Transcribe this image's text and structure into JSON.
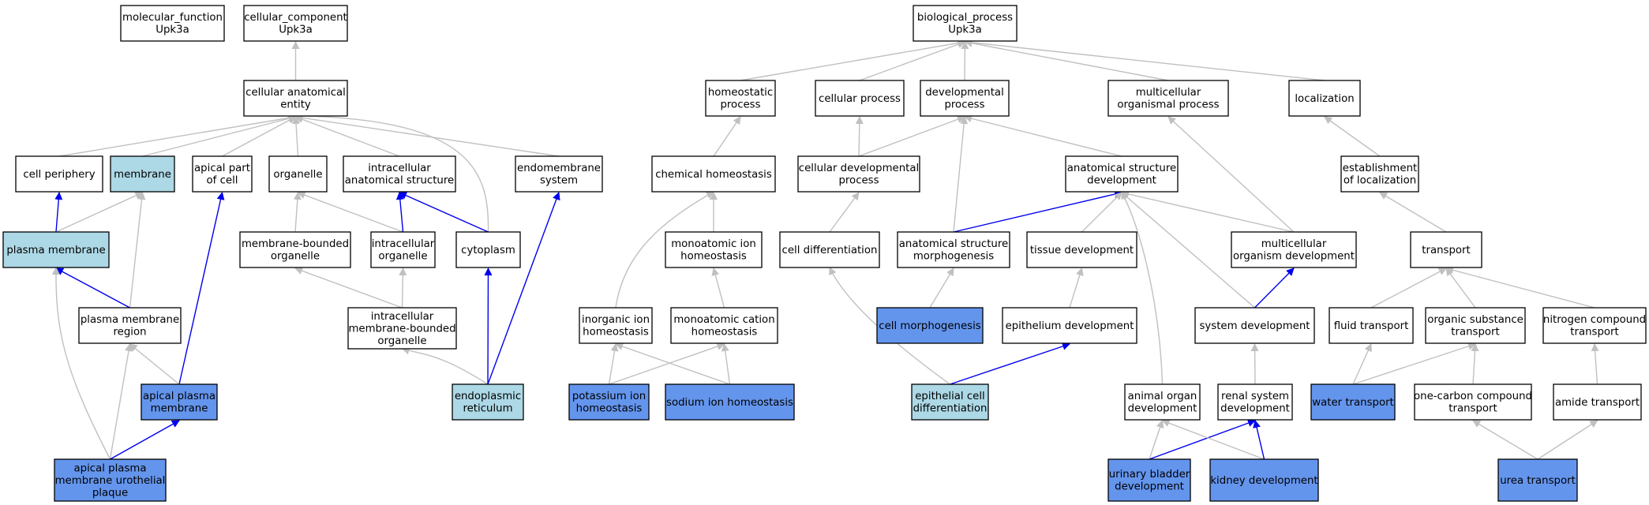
{
  "colors": {
    "plain": "#ffffff",
    "light": "#add8e6",
    "strong": "#6495ed",
    "edge_is_a": "#c0c0c0",
    "edge_part_of": "#0000ee"
  },
  "nodes": [
    {
      "id": "mf",
      "lines": [
        "molecular_function",
        "Upk3a"
      ],
      "fill": "plain"
    },
    {
      "id": "cc",
      "lines": [
        "cellular_component",
        "Upk3a"
      ],
      "fill": "plain"
    },
    {
      "id": "bp",
      "lines": [
        "biological_process",
        "Upk3a"
      ],
      "fill": "plain"
    },
    {
      "id": "cae",
      "lines": [
        "cellular anatomical",
        "entity"
      ],
      "fill": "plain"
    },
    {
      "id": "cper",
      "lines": [
        "cell periphery"
      ],
      "fill": "plain"
    },
    {
      "id": "mem",
      "lines": [
        "membrane"
      ],
      "fill": "light"
    },
    {
      "id": "apc",
      "lines": [
        "apical part",
        "of cell"
      ],
      "fill": "plain"
    },
    {
      "id": "org",
      "lines": [
        "organelle"
      ],
      "fill": "plain"
    },
    {
      "id": "ias",
      "lines": [
        "intracellular",
        "anatomical structure"
      ],
      "fill": "plain"
    },
    {
      "id": "ems",
      "lines": [
        "endomembrane",
        "system"
      ],
      "fill": "plain"
    },
    {
      "id": "pm",
      "lines": [
        "plasma membrane"
      ],
      "fill": "light"
    },
    {
      "id": "mbo",
      "lines": [
        "membrane-bounded",
        "organelle"
      ],
      "fill": "plain"
    },
    {
      "id": "io",
      "lines": [
        "intracellular",
        "organelle"
      ],
      "fill": "plain"
    },
    {
      "id": "cyt",
      "lines": [
        "cytoplasm"
      ],
      "fill": "plain"
    },
    {
      "id": "pmr",
      "lines": [
        "plasma membrane",
        "region"
      ],
      "fill": "plain"
    },
    {
      "id": "imbo",
      "lines": [
        "intracellular",
        "membrane-bounded",
        "organelle"
      ],
      "fill": "plain"
    },
    {
      "id": "apm",
      "lines": [
        "apical plasma",
        "membrane"
      ],
      "fill": "strong"
    },
    {
      "id": "er",
      "lines": [
        "endoplasmic",
        "reticulum"
      ],
      "fill": "light"
    },
    {
      "id": "apmup",
      "lines": [
        "apical plasma",
        "membrane urothelial",
        "plaque"
      ],
      "fill": "strong"
    },
    {
      "id": "hp",
      "lines": [
        "homeostatic",
        "process"
      ],
      "fill": "plain"
    },
    {
      "id": "cp",
      "lines": [
        "cellular process"
      ],
      "fill": "plain"
    },
    {
      "id": "dp",
      "lines": [
        "developmental",
        "process"
      ],
      "fill": "plain"
    },
    {
      "id": "mop",
      "lines": [
        "multicellular",
        "organismal process"
      ],
      "fill": "plain"
    },
    {
      "id": "loc",
      "lines": [
        "localization"
      ],
      "fill": "plain"
    },
    {
      "id": "ch",
      "lines": [
        "chemical homeostasis"
      ],
      "fill": "plain"
    },
    {
      "id": "cdp",
      "lines": [
        "cellular developmental",
        "process"
      ],
      "fill": "plain"
    },
    {
      "id": "asd",
      "lines": [
        "anatomical structure",
        "development"
      ],
      "fill": "plain"
    },
    {
      "id": "eol",
      "lines": [
        "establishment",
        "of localization"
      ],
      "fill": "plain"
    },
    {
      "id": "mih",
      "lines": [
        "monoatomic ion",
        "homeostasis"
      ],
      "fill": "plain"
    },
    {
      "id": "cd",
      "lines": [
        "cell differentiation"
      ],
      "fill": "plain"
    },
    {
      "id": "asm",
      "lines": [
        "anatomical structure",
        "morphogenesis"
      ],
      "fill": "plain"
    },
    {
      "id": "td",
      "lines": [
        "tissue development"
      ],
      "fill": "plain"
    },
    {
      "id": "mod",
      "lines": [
        "multicellular",
        "organism development"
      ],
      "fill": "plain"
    },
    {
      "id": "tr",
      "lines": [
        "transport"
      ],
      "fill": "plain"
    },
    {
      "id": "iih",
      "lines": [
        "inorganic ion",
        "homeostasis"
      ],
      "fill": "plain"
    },
    {
      "id": "mch",
      "lines": [
        "monoatomic cation",
        "homeostasis"
      ],
      "fill": "plain"
    },
    {
      "id": "cm",
      "lines": [
        "cell morphogenesis"
      ],
      "fill": "strong"
    },
    {
      "id": "epd",
      "lines": [
        "epithelium development"
      ],
      "fill": "plain"
    },
    {
      "id": "sd",
      "lines": [
        "system development"
      ],
      "fill": "plain"
    },
    {
      "id": "ft",
      "lines": [
        "fluid transport"
      ],
      "fill": "plain"
    },
    {
      "id": "ost",
      "lines": [
        "organic substance",
        "transport"
      ],
      "fill": "plain"
    },
    {
      "id": "nct",
      "lines": [
        "nitrogen compound",
        "transport"
      ],
      "fill": "plain"
    },
    {
      "id": "pih",
      "lines": [
        "potassium ion",
        "homeostasis"
      ],
      "fill": "strong"
    },
    {
      "id": "sih",
      "lines": [
        "sodium ion homeostasis"
      ],
      "fill": "strong"
    },
    {
      "id": "ecd",
      "lines": [
        "epithelial cell",
        "differentiation"
      ],
      "fill": "light"
    },
    {
      "id": "aod",
      "lines": [
        "animal organ",
        "development"
      ],
      "fill": "plain"
    },
    {
      "id": "rsd",
      "lines": [
        "renal system",
        "development"
      ],
      "fill": "plain"
    },
    {
      "id": "wt",
      "lines": [
        "water transport"
      ],
      "fill": "strong"
    },
    {
      "id": "occt",
      "lines": [
        "one-carbon compound",
        "transport"
      ],
      "fill": "plain"
    },
    {
      "id": "at",
      "lines": [
        "amide transport"
      ],
      "fill": "plain"
    },
    {
      "id": "ubd",
      "lines": [
        "urinary bladder",
        "development"
      ],
      "fill": "strong"
    },
    {
      "id": "kd",
      "lines": [
        "kidney development"
      ],
      "fill": "strong"
    },
    {
      "id": "ut",
      "lines": [
        "urea transport"
      ],
      "fill": "strong"
    }
  ],
  "edges": [
    {
      "from": "cae",
      "to": "cc",
      "type": "is_a"
    },
    {
      "from": "cper",
      "to": "cae",
      "type": "is_a"
    },
    {
      "from": "mem",
      "to": "cae",
      "type": "is_a"
    },
    {
      "from": "apc",
      "to": "cae",
      "type": "is_a"
    },
    {
      "from": "org",
      "to": "cae",
      "type": "is_a"
    },
    {
      "from": "ias",
      "to": "cae",
      "type": "is_a"
    },
    {
      "from": "ems",
      "to": "cae",
      "type": "is_a"
    },
    {
      "from": "cyt",
      "to": "cae",
      "type": "is_a"
    },
    {
      "from": "pm",
      "to": "cper",
      "type": "part_of"
    },
    {
      "from": "pm",
      "to": "mem",
      "type": "is_a"
    },
    {
      "from": "pmr",
      "to": "mem",
      "type": "is_a"
    },
    {
      "from": "pmr",
      "to": "pm",
      "type": "part_of"
    },
    {
      "from": "apmup",
      "to": "pm",
      "type": "is_a"
    },
    {
      "from": "mbo",
      "to": "org",
      "type": "is_a"
    },
    {
      "from": "io",
      "to": "org",
      "type": "is_a"
    },
    {
      "from": "io",
      "to": "ias",
      "type": "part_of"
    },
    {
      "from": "cyt",
      "to": "ias",
      "type": "part_of"
    },
    {
      "from": "imbo",
      "to": "mbo",
      "type": "is_a"
    },
    {
      "from": "imbo",
      "to": "io",
      "type": "is_a"
    },
    {
      "from": "apm",
      "to": "apc",
      "type": "part_of"
    },
    {
      "from": "apm",
      "to": "pmr",
      "type": "is_a"
    },
    {
      "from": "apmup",
      "to": "pmr",
      "type": "is_a"
    },
    {
      "from": "apmup",
      "to": "apm",
      "type": "part_of"
    },
    {
      "from": "er",
      "to": "imbo",
      "type": "is_a"
    },
    {
      "from": "er",
      "to": "cyt",
      "type": "part_of"
    },
    {
      "from": "er",
      "to": "ems",
      "type": "part_of"
    },
    {
      "from": "hp",
      "to": "bp",
      "type": "is_a"
    },
    {
      "from": "cp",
      "to": "bp",
      "type": "is_a"
    },
    {
      "from": "dp",
      "to": "bp",
      "type": "is_a"
    },
    {
      "from": "mop",
      "to": "bp",
      "type": "is_a"
    },
    {
      "from": "loc",
      "to": "bp",
      "type": "is_a"
    },
    {
      "from": "ch",
      "to": "hp",
      "type": "is_a"
    },
    {
      "from": "cdp",
      "to": "cp",
      "type": "is_a"
    },
    {
      "from": "cdp",
      "to": "dp",
      "type": "is_a"
    },
    {
      "from": "asd",
      "to": "dp",
      "type": "is_a"
    },
    {
      "from": "asm",
      "to": "dp",
      "type": "is_a"
    },
    {
      "from": "mod",
      "to": "mop",
      "type": "is_a"
    },
    {
      "from": "eol",
      "to": "loc",
      "type": "is_a"
    },
    {
      "from": "mih",
      "to": "ch",
      "type": "is_a"
    },
    {
      "from": "iih",
      "to": "ch",
      "type": "is_a"
    },
    {
      "from": "cd",
      "to": "cdp",
      "type": "is_a"
    },
    {
      "from": "asm",
      "to": "asd",
      "type": "part_of"
    },
    {
      "from": "td",
      "to": "asd",
      "type": "is_a"
    },
    {
      "from": "mod",
      "to": "asd",
      "type": "is_a"
    },
    {
      "from": "sd",
      "to": "asd",
      "type": "is_a"
    },
    {
      "from": "aod",
      "to": "asd",
      "type": "is_a"
    },
    {
      "from": "tr",
      "to": "eol",
      "type": "is_a"
    },
    {
      "from": "mch",
      "to": "mih",
      "type": "is_a"
    },
    {
      "from": "cm",
      "to": "asm",
      "type": "is_a"
    },
    {
      "from": "epd",
      "to": "td",
      "type": "is_a"
    },
    {
      "from": "sd",
      "to": "mod",
      "type": "part_of"
    },
    {
      "from": "ft",
      "to": "tr",
      "type": "is_a"
    },
    {
      "from": "ost",
      "to": "tr",
      "type": "is_a"
    },
    {
      "from": "nct",
      "to": "tr",
      "type": "is_a"
    },
    {
      "from": "pih",
      "to": "iih",
      "type": "is_a"
    },
    {
      "from": "pih",
      "to": "mch",
      "type": "is_a"
    },
    {
      "from": "sih",
      "to": "iih",
      "type": "is_a"
    },
    {
      "from": "sih",
      "to": "mch",
      "type": "is_a"
    },
    {
      "from": "ecd",
      "to": "cd",
      "type": "is_a"
    },
    {
      "from": "ecd",
      "to": "epd",
      "type": "part_of"
    },
    {
      "from": "rsd",
      "to": "sd",
      "type": "is_a"
    },
    {
      "from": "wt",
      "to": "ft",
      "type": "is_a"
    },
    {
      "from": "wt",
      "to": "ost",
      "type": "is_a"
    },
    {
      "from": "occt",
      "to": "ost",
      "type": "is_a"
    },
    {
      "from": "at",
      "to": "nct",
      "type": "is_a"
    },
    {
      "from": "ubd",
      "to": "aod",
      "type": "is_a"
    },
    {
      "from": "ubd",
      "to": "rsd",
      "type": "part_of"
    },
    {
      "from": "kd",
      "to": "aod",
      "type": "is_a"
    },
    {
      "from": "kd",
      "to": "rsd",
      "type": "part_of"
    },
    {
      "from": "ut",
      "to": "occt",
      "type": "is_a"
    },
    {
      "from": "ut",
      "to": "at",
      "type": "is_a"
    }
  ]
}
